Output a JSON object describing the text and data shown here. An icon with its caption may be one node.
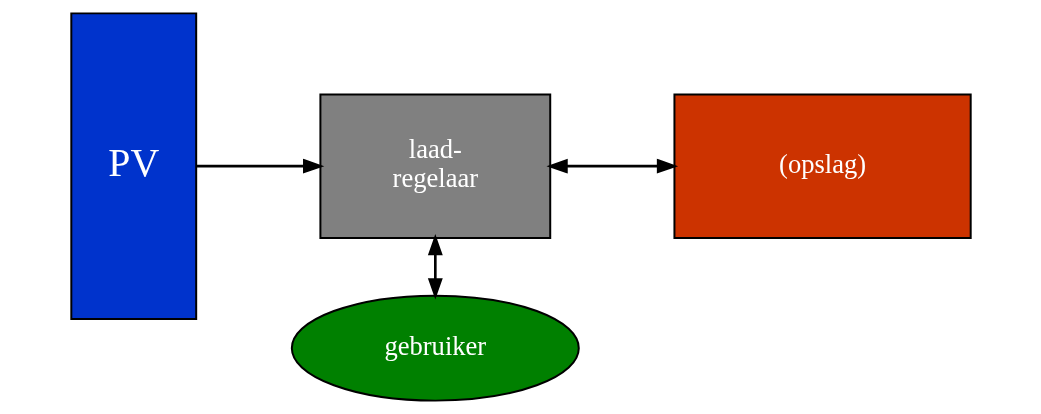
{
  "diagram": {
    "nodes": [
      {
        "text": [
          "PV"
        ]
      },
      {
        "text": [
          "laad- regelaar"
        ]
      },
      {
        "text": [
          "(opslag)"
        ]
      },
      {
        "text": [
          "gebruiker"
        ]
      }
    ],
    "edges": [
      {
        "from": 0,
        "to": 1,
        "arrow": "to"
      },
      {
        "from": 1,
        "to": 2,
        "arrow": "both"
      },
      {
        "from": 1,
        "to": 3,
        "arrow": "both"
      }
    ]
  }
}
